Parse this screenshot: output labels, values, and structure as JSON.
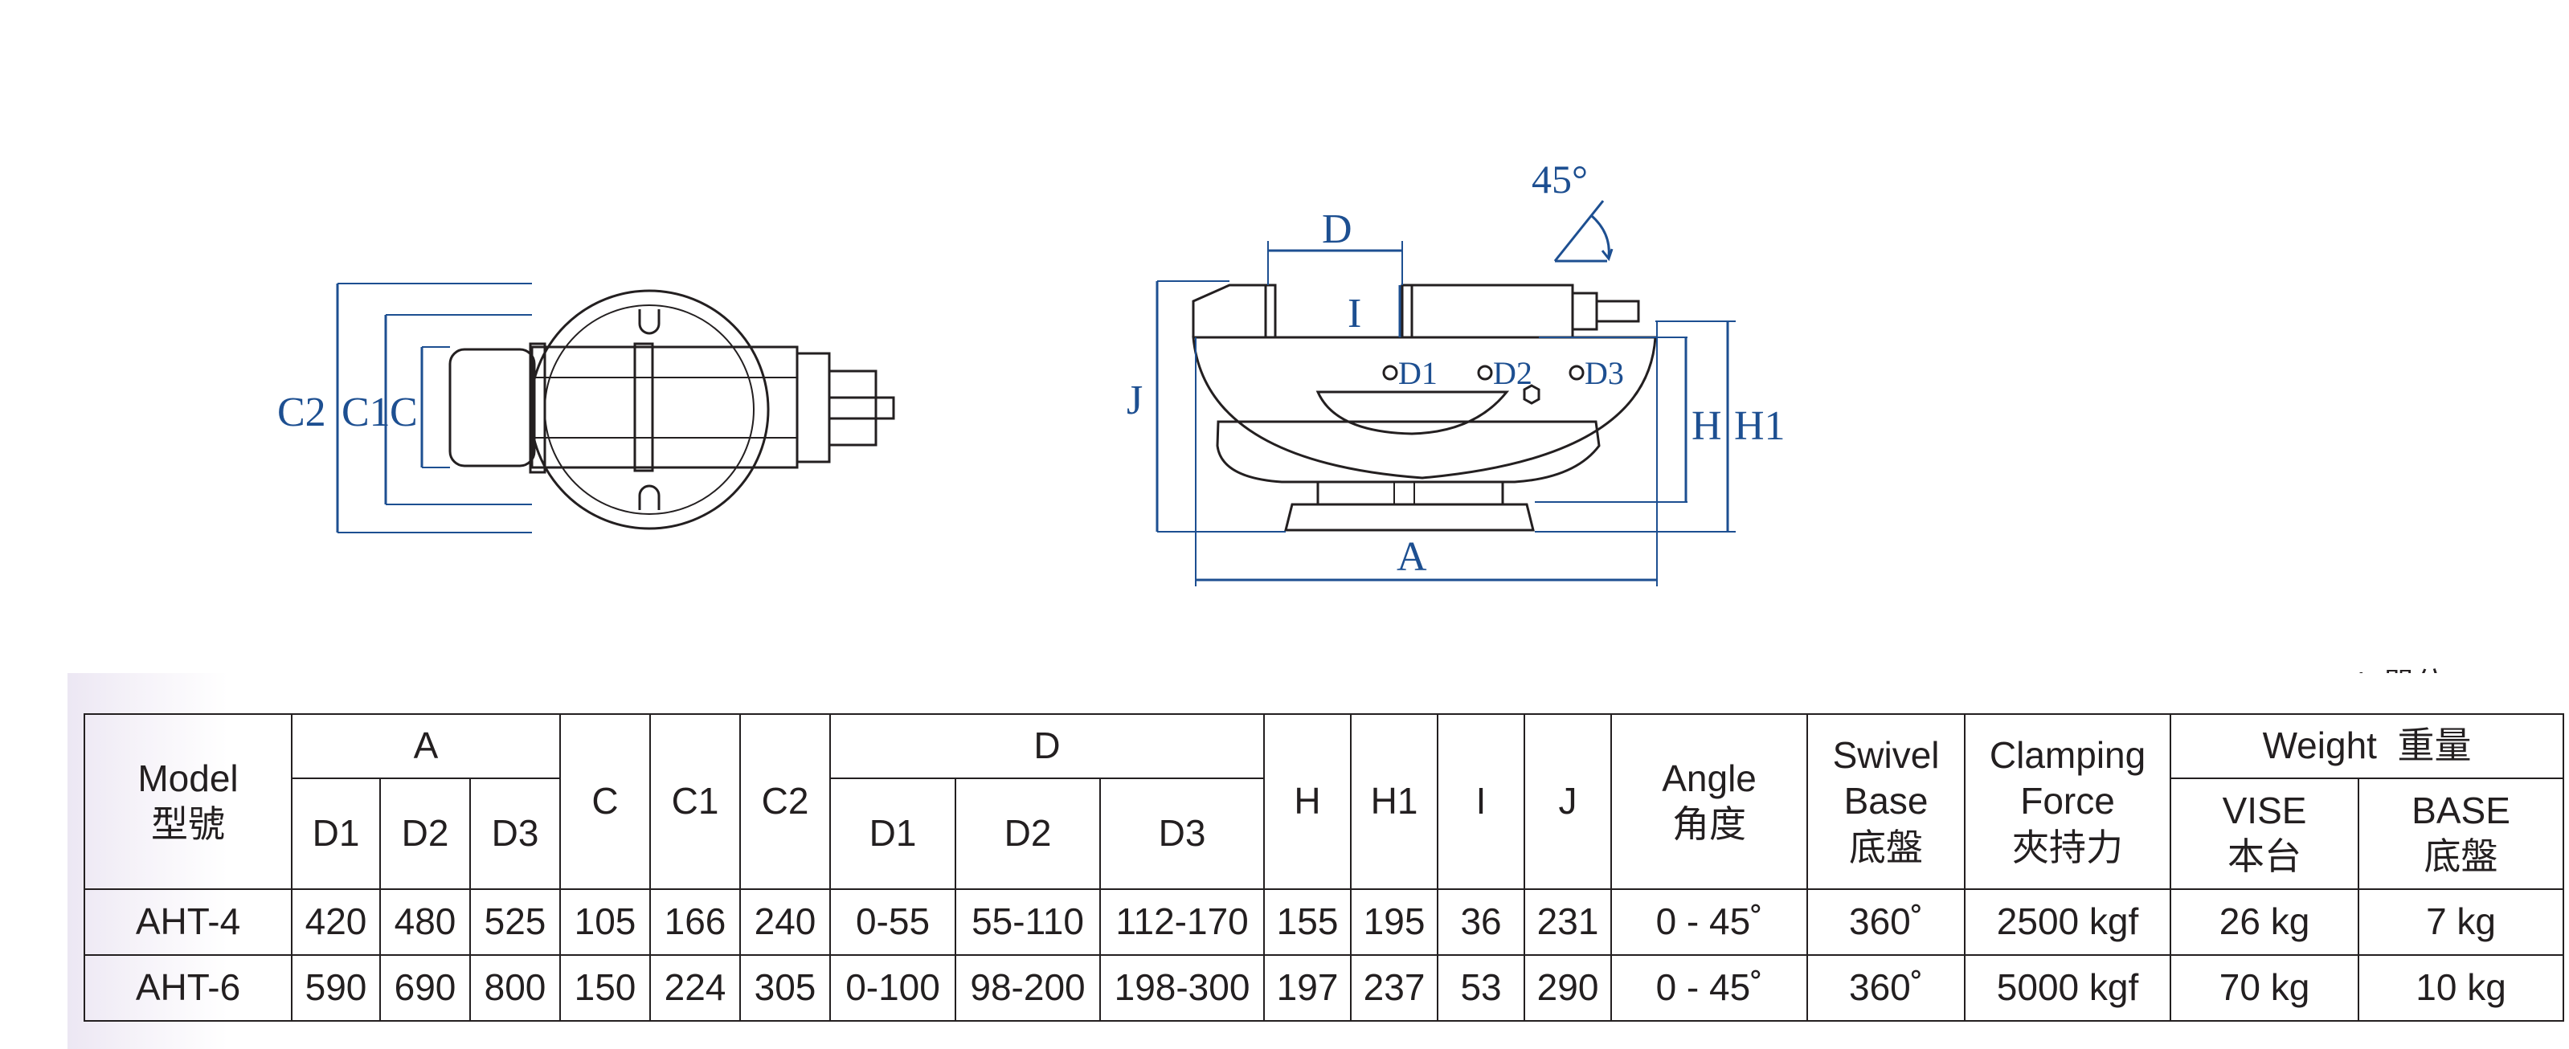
{
  "side_view": {
    "labels": {
      "c2": "C2",
      "c1": "C1",
      "c": "C"
    }
  },
  "front_view": {
    "labels": {
      "d": "D",
      "i": "I",
      "j": "J",
      "h": "H",
      "h1": "H1",
      "a": "A",
      "angle": "45°",
      "d1": "D1",
      "d2": "D2",
      "d3": "D3"
    }
  },
  "unit_note": "Unit 單位 : mm",
  "table": {
    "headers": {
      "model": [
        "Model",
        "型號"
      ],
      "a": "A",
      "a_sub": [
        "D1",
        "D2",
        "D3"
      ],
      "c": "C",
      "c1": "C1",
      "c2": "C2",
      "d": "D",
      "d_sub": [
        "D1",
        "D2",
        "D3"
      ],
      "h": "H",
      "h1": "H1",
      "i": "I",
      "j": "J",
      "angle": [
        "Angle",
        "角度"
      ],
      "swivel": [
        "Swivel",
        "Base",
        "底盤"
      ],
      "clamping": [
        "Clamping",
        "Force",
        "夾持力"
      ],
      "weight": "Weight  重量",
      "weight_sub": [
        [
          "VISE",
          "本台"
        ],
        [
          "BASE",
          "底盤"
        ]
      ]
    },
    "rows": [
      [
        "AHT-4",
        "420",
        "480",
        "525",
        "105",
        "166",
        "240",
        "0-55",
        "55-110",
        "112-170",
        "155",
        "195",
        "36",
        "231",
        "0 - 45˚",
        "360˚",
        "2500 kgf",
        "26 kg",
        "7 kg"
      ],
      [
        "AHT-6",
        "590",
        "690",
        "800",
        "150",
        "224",
        "305",
        "0-100",
        "98-200",
        "198-300",
        "197",
        "237",
        "53",
        "290",
        "0 - 45˚",
        "360˚",
        "5000 kgf",
        "70 kg",
        "10 kg"
      ]
    ]
  }
}
